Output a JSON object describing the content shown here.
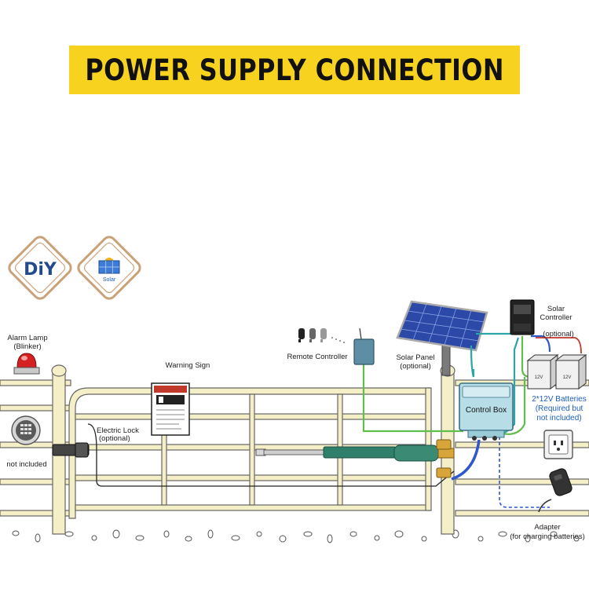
{
  "title": "POWER SUPPLY CONNECTION",
  "badges": {
    "diy": "DiY",
    "solar": "Solar"
  },
  "labels": {
    "alarm_lamp_1": "Alarm Lamp",
    "alarm_lamp_2": "(Blinker)",
    "not_included": "not included",
    "warning_sign": "Warning Sign",
    "electric_lock_1": "Electric Lock",
    "electric_lock_2": "(optional)",
    "remote_controller": "Remote Controller",
    "solar_panel_1": "Solar Panel",
    "solar_panel_2": "(optional)",
    "solar_controller_1": "Solar",
    "solar_controller_2": "Controller",
    "solar_controller_3": "(optional)",
    "control_box": "Control Box",
    "batteries_1": "2*12V Batteries",
    "batteries_2": "(Required but",
    "batteries_3": "not included)",
    "battery_mark": "12V",
    "adapter_1": "Adapter",
    "adapter_2": "(for charging batteries)"
  },
  "colors": {
    "banner": "#f7d31f",
    "badge_ring": "#c8a27a",
    "gate": "#f5efc8",
    "wire_green": "#5fbf4a",
    "wire_blue": "#2f58c8",
    "wire_teal": "#2ba5a8",
    "text_blue": "#1d5fbf"
  }
}
